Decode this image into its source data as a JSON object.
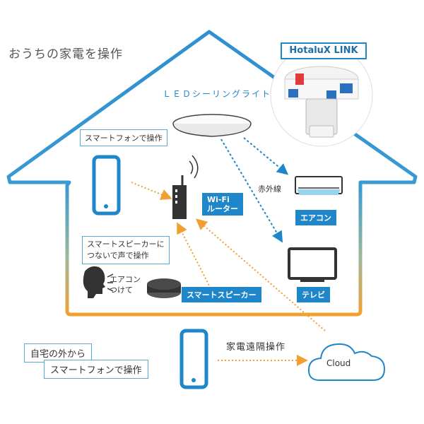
{
  "title": "おうちの家電を操作",
  "brand_tag": "HotaluX LINK",
  "led_label": "ＬＥＤシーリングライト",
  "smartphone_label": "スマートフォンで操作",
  "wifi_tag": {
    "line1": "Wi-Fi",
    "line2": "ルーター"
  },
  "speaker_label": {
    "line1": "スマートスピーカーに",
    "line2": "つないで声で操作"
  },
  "speech_text": {
    "line1": "エアコン",
    "line2": "つけて"
  },
  "speaker_tag": "スマートスピーカー",
  "ir_label": "赤外線",
  "aircon_tag": "エアコン",
  "tv_tag": "テレビ",
  "outside_label": {
    "line1": "自宅の外から",
    "line2": "スマートフォンで操作"
  },
  "remote_label": "家電遠隔操作",
  "cloud_label": "Cloud",
  "colors": {
    "accent_blue": "#1e86c9",
    "house_top": "#2f8fd0",
    "house_bottom": "#f0a030",
    "dotted_orange": "#f0a030",
    "dashed_blue": "#1e86c9"
  },
  "icons": [
    "smartphone-icon",
    "router-icon",
    "ceiling-light-icon",
    "hotalux-device-icon",
    "aircon-icon",
    "tv-icon",
    "person-head-icon",
    "smart-speaker-icon",
    "cloud-icon"
  ]
}
